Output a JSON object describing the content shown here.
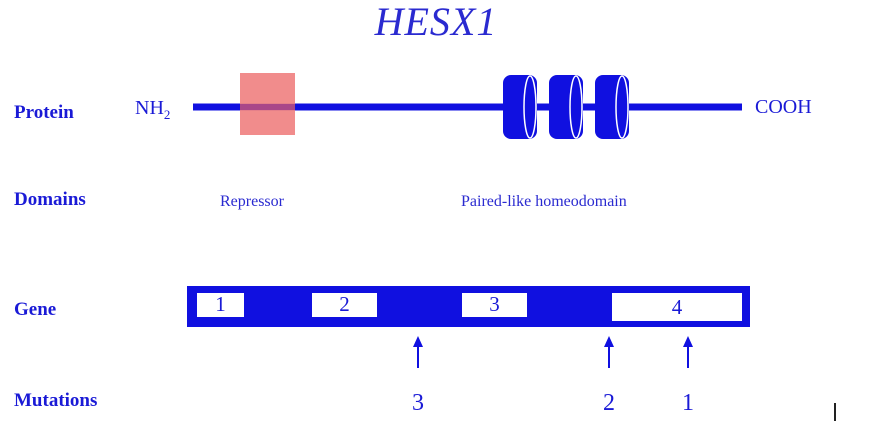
{
  "title": "HESX1",
  "rows": {
    "protein": "Protein",
    "domains": "Domains",
    "gene": "Gene",
    "mutations": "Mutations"
  },
  "protein": {
    "n_terminus": "NH",
    "n_terminus_sub": "2",
    "c_terminus": "COOH",
    "repressor_color": "#f08080",
    "backbone_color": "#1010e0"
  },
  "domains": {
    "repressor": "Repressor",
    "homeodomain": "Paired-like homeodomain"
  },
  "gene": {
    "exons": [
      "1",
      "2",
      "3",
      "4"
    ],
    "bar_color": "#1010e0"
  },
  "mutations": [
    "3",
    "2",
    "1"
  ]
}
